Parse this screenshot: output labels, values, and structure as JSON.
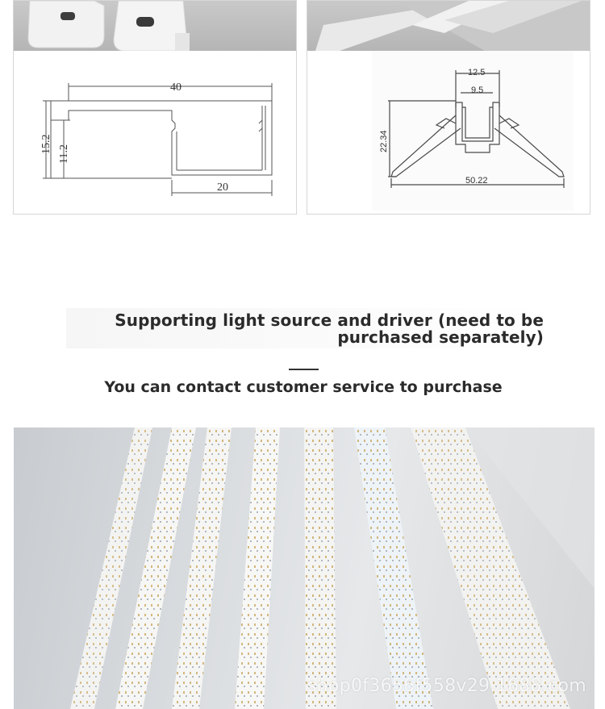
{
  "left_drawing": {
    "width_total": "40",
    "width_inner": "20",
    "height_outer": "15.2",
    "height_inner": "11.2"
  },
  "right_drawing": {
    "top_width": "12.5",
    "inner_width": "9.5",
    "height": "22.34",
    "bottom_width": "50.22"
  },
  "section": {
    "heading": "Supporting light source and driver (need to be purchased separately)",
    "subheading": "You can contact customer service to purchase"
  },
  "photo": {
    "watermark": "shop0f3656f558v29.1688.com"
  },
  "colors": {
    "text": "#2b2b2b",
    "panel_border": "#d6d6d6",
    "photo_gray": "#bdbdbd"
  }
}
